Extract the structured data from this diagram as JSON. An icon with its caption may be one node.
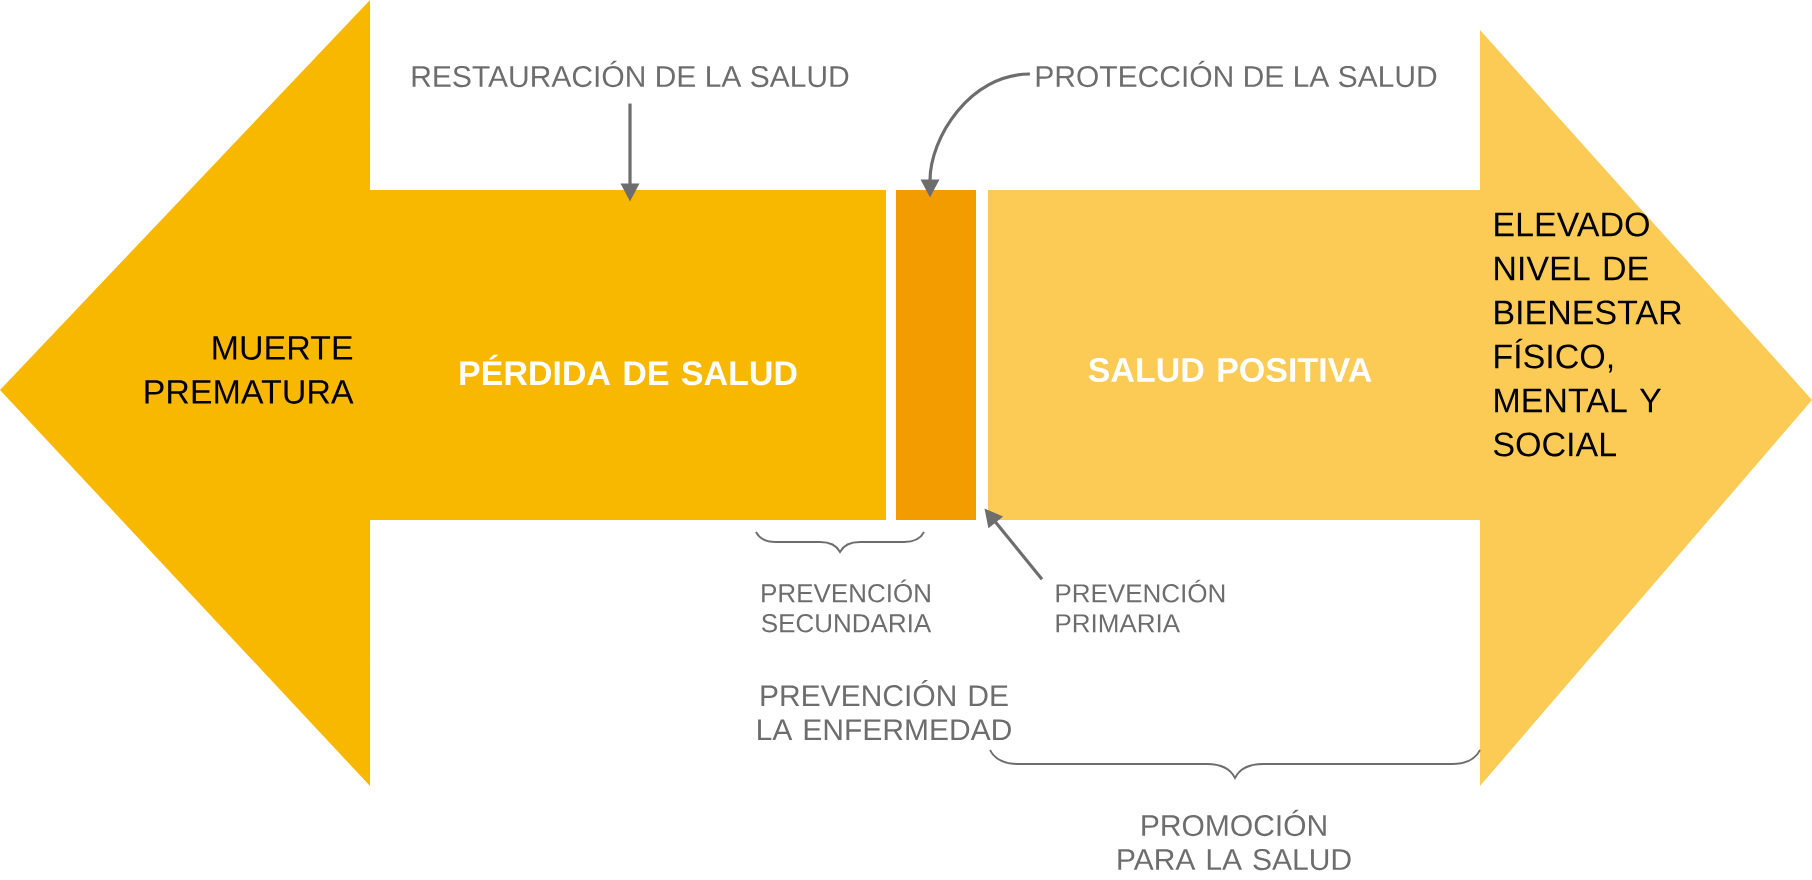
{
  "diagram": {
    "nodes": [
      {
        "text": [
          "MUERTE PREMATURA",
          "PÉRDIDA DE SALUD"
        ]
      },
      {
        "text": [],
        "shape": "bar"
      },
      {
        "text": [
          "SALUD POSITIVA",
          "ELEVADO NIVEL DE BIENESTAR FÍSICO, MENTAL Y SOCIAL"
        ]
      },
      {
        "text": [
          "RESTAURACIÓN DE LA SALUD"
        ]
      },
      {
        "text": [
          "PROTECCIÓN DE LA SALUD"
        ]
      },
      {
        "text": [
          "PREVENCIÓN PRIMARIA"
        ]
      }
    ],
    "edges": [
      {
        "from": 3,
        "to": 0,
        "arrow": "to"
      },
      {
        "from": 4,
        "to": 1,
        "arrow": "to"
      },
      {
        "from": 5,
        "to": 1,
        "arrow": "to"
      }
    ],
    "labels": [
      "PREVENCIÓN SECUNDARIA",
      "PREVENCIÓN DE LA ENFERMEDAD",
      "PROMOCIÓN PARA LA SALUD"
    ]
  }
}
